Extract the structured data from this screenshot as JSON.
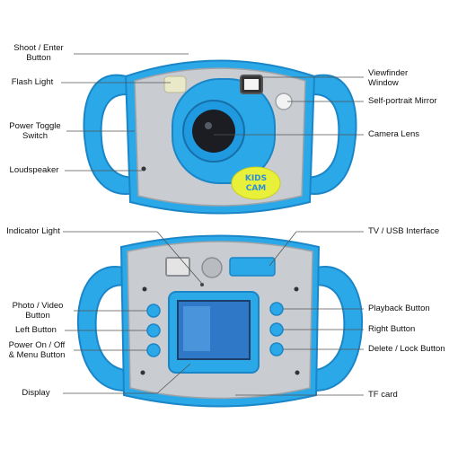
{
  "labels": {
    "shoot_enter": "Shoot / Enter\nButton",
    "flash_light": "Flash Light",
    "power_toggle": "Power Toggle\nSwitch",
    "loudspeaker": "Loudspeaker",
    "viewfinder": "Viewfinder\nWindow",
    "self_portrait": "Self-portrait Mirror",
    "camera_lens": "Camera Lens",
    "indicator_light": "Indicator Light",
    "tv_usb": "TV / USB Interface",
    "photo_video": "Photo / Video\nButton",
    "left_button": "Left Button",
    "power_onoff": "Power On / Off\n& Menu Button",
    "display": "Display",
    "playback": "Playback Button",
    "right_button": "Right Button",
    "delete_lock": "Delete / Lock Button",
    "tf_card": "TF card"
  },
  "camera_badge": {
    "line1": "KIDS",
    "line2": "CAM"
  },
  "colors": {
    "body_blue": "#2aa8e8",
    "body_blue_dark": "#1b86c7",
    "silver": "#c9ccd0",
    "silver_dark": "#9fa3a8",
    "badge_yellow": "#e8f03a",
    "badge_text": "#2e8fd6",
    "lens_black": "#1b1d22",
    "screen_blue": "#2f78c8"
  }
}
